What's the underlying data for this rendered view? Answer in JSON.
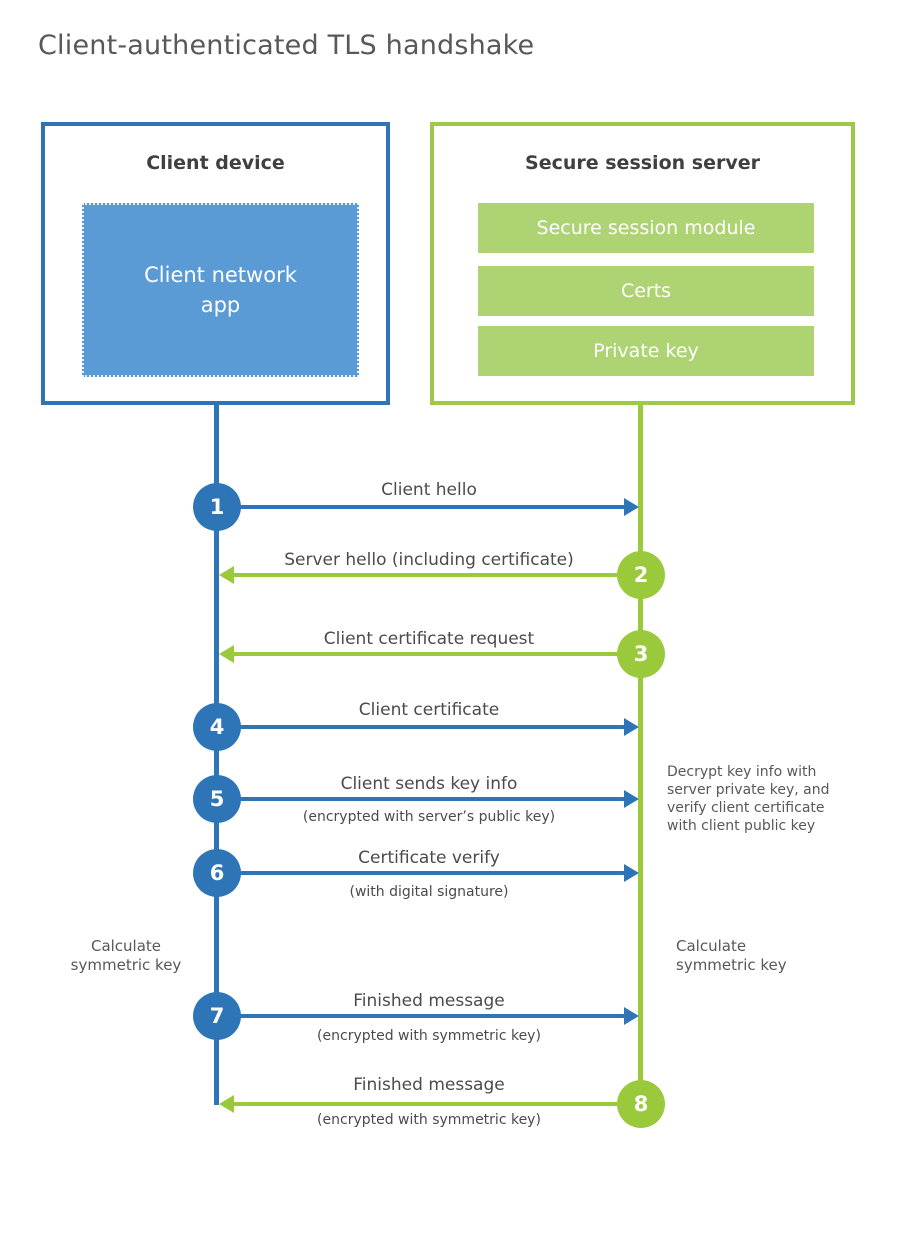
{
  "title": "Client-authenticated TLS handshake",
  "client": {
    "title": "Client device",
    "app_label": "Client network app"
  },
  "server": {
    "title": "Secure session server",
    "modules": [
      "Secure session module",
      "Certs",
      "Private key"
    ]
  },
  "steps": [
    {
      "num": "1",
      "label": "Client hello",
      "direction": "client-to-server"
    },
    {
      "num": "2",
      "label": "Server hello (including certificate)",
      "direction": "server-to-client"
    },
    {
      "num": "3",
      "label": "Client certificate request",
      "direction": "server-to-client"
    },
    {
      "num": "4",
      "label": "Client certificate",
      "direction": "client-to-server"
    },
    {
      "num": "5",
      "label": "Client sends key info",
      "sub": "(encrypted with server’s public key)",
      "direction": "client-to-server"
    },
    {
      "num": "6",
      "label": "Certificate verify",
      "sub": "(with digital signature)",
      "direction": "client-to-server"
    },
    {
      "num": "7",
      "label": "Finished message",
      "sub": "(encrypted with symmetric key)",
      "direction": "client-to-server"
    },
    {
      "num": "8",
      "label": "Finished message",
      "sub": "(encrypted with symmetric key)",
      "direction": "server-to-client"
    }
  ],
  "notes": {
    "decrypt": "Decrypt key info with server private key, and verify client certificate with client public key",
    "calc_left": "Calculate\nsymmetric key",
    "calc_right": "Calculate\nsymmetric key"
  },
  "colors": {
    "blue": "#2e75b8",
    "blue_fill": "#5b9bd5",
    "green": "#9aca3c",
    "green_fill": "#aed373"
  }
}
